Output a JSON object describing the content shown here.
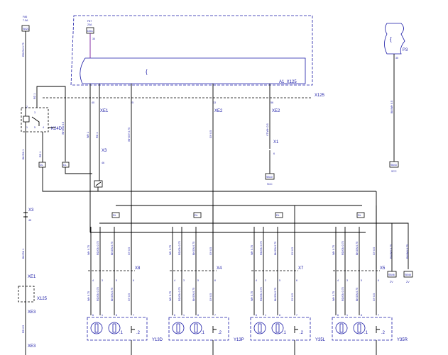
{
  "fuses": {
    "left": {
      "id": "F86",
      "rating": "7.5A",
      "box": "SB21"
    },
    "top": {
      "id": "F87",
      "rating": "20A",
      "box": "DDA",
      "pin": "30"
    }
  },
  "harness": {
    "label": "A1_X125",
    "connector": "X125",
    "wave": "{"
  },
  "p3": {
    "label": "P3",
    "pin": "30",
    "wave": "{",
    "box": "SB43",
    "sub": "SCC"
  },
  "relay": {
    "label": "K24D",
    "pins": [
      "2",
      "3",
      "1",
      "5",
      "4"
    ]
  },
  "connectors": {
    "xe1a": "XE1",
    "xe2a": "XE2",
    "xe2b": "XE2",
    "x1": "X1",
    "x3": "X3",
    "x3b": "X3",
    "xe1b": "XE1",
    "x125b": "X125",
    "xe3a": "XE3",
    "xe3b": "XE3"
  },
  "pins": {
    "p40": "40",
    "p25": "25",
    "p13": "13",
    "p56": "56",
    "p6": "6",
    "p46": "46",
    "p45": "45"
  },
  "small_boxes": {
    "sb_x1": "SB10",
    "sb_x1_sub": "SCC",
    "dl": "DL"
  },
  "wire_codes": {
    "w_fuse": "RD/GN 0.75",
    "w_p3": "BN/WH 0.5",
    "w_k1": "RD 1",
    "w_k2": "WH/RD 0.5",
    "w_k3": "BK/GN 1",
    "w_k4": "RD 1",
    "w_x3a": "WH 1",
    "w_x3b": "RD 1",
    "w_mid": "WH/GY 0.75",
    "w_gy": "GY 0.5",
    "w_x1": "VT/WH 0.5",
    "w_bot": "RD 0.5"
  },
  "modules": [
    {
      "id": "Y13D",
      "conn": "X8",
      "pins": [
        "4",
        "3",
        "5",
        "6"
      ],
      "lower": [
        "6",
        "1",
        "8",
        "7"
      ],
      "wires": [
        "WH 0.75",
        "RD/GN 0.75",
        "BK/GN 0.75",
        "GY 0.5"
      ],
      "p1": ".1",
      "p2": ".2"
    },
    {
      "id": "Y13P",
      "conn": "X4",
      "pins": [
        "4",
        "3",
        "5",
        "6"
      ],
      "lower": [
        "6",
        "1",
        "8",
        "7"
      ],
      "wires": [
        "WH 0.75",
        "RD/GN 0.75",
        "BK/GN 0.75",
        "GY 0.5"
      ],
      "p1": ".1",
      "p2": ".2"
    },
    {
      "id": "Y35L",
      "conn": "X7",
      "pins": [
        "4",
        "3",
        "5",
        "6"
      ],
      "lower": [
        "6",
        "1",
        "8",
        "7"
      ],
      "wires": [
        "WH 0.75",
        "RD/GN 0.75",
        "BK/GN 0.75",
        "GY 0.5"
      ],
      "p1": ".1",
      "p2": ".2"
    },
    {
      "id": "Y35R",
      "conn": "X5",
      "pins": [
        "4",
        "3",
        "5",
        "6"
      ],
      "lower": [
        "6",
        "1",
        "8",
        "7"
      ],
      "wires": [
        "WH 0.75",
        "RD/GN 0.75",
        "BK/GN 0.75",
        "GY 0.5"
      ],
      "p1": ".1",
      "p2": ".2"
    }
  ],
  "ground_boxes": [
    {
      "box": "SB46",
      "sub": "ZV",
      "wire": "BN/WH 0.75"
    },
    {
      "box": "SB48",
      "sub": "ZV",
      "wire": "BN/WH 0.75"
    }
  ]
}
